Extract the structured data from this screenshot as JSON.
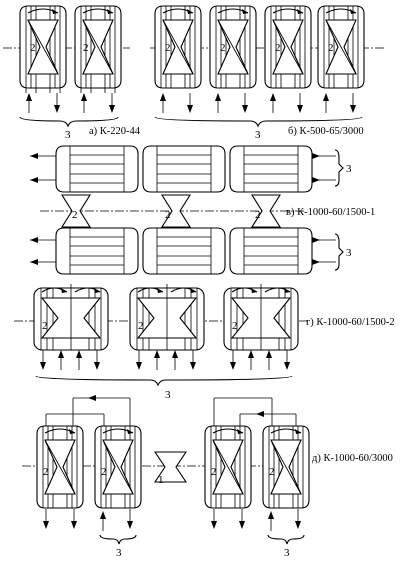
{
  "labels": {
    "a": "а) К-220-44",
    "b": "б) К-500-65/3000",
    "c": "в) К-1000-60/1500-1",
    "d": "г) К-1000-60/1500-2",
    "e": "д) К-1000-60/3000"
  },
  "numbers": {
    "one": "1",
    "two": "2",
    "three": "3"
  }
}
